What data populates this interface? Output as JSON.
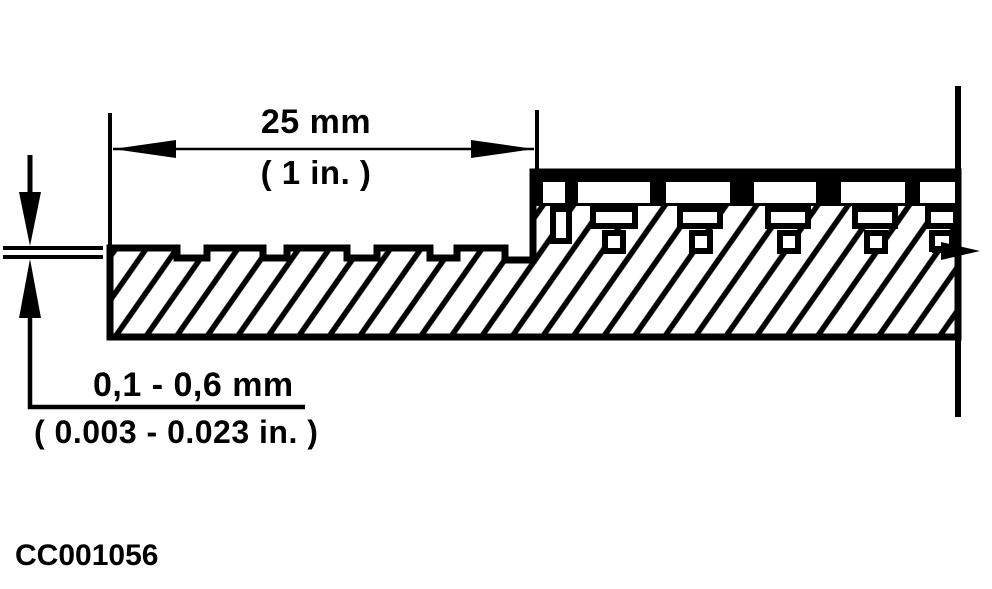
{
  "diagram": {
    "figure_code": "CC001056",
    "dimensions": {
      "width": {
        "metric": "25 mm",
        "imperial": "( 1 in. )"
      },
      "depth": {
        "metric": "0,1 - 0,6 mm",
        "imperial": "( 0.003 - 0.023 in. )"
      }
    },
    "colors": {
      "ink": "#000000",
      "paper": "#ffffff"
    }
  }
}
